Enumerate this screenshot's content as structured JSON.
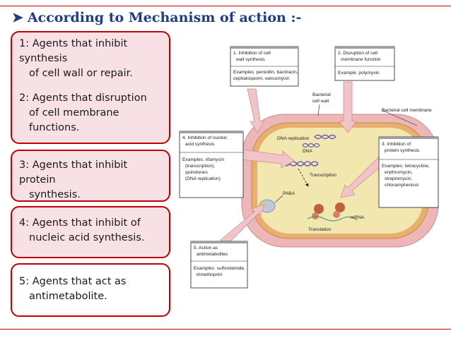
{
  "header": {
    "title": "According to Mechanism of action :-"
  },
  "categories": [
    {
      "lines_a": [
        "1: Agents that inhibit synthesis",
        "of cell wall or repair."
      ],
      "lines_b": [
        "2: Agents that disruption",
        "of cell membrane functions."
      ]
    },
    {
      "lines": [
        "3: Agents that inhibit protein",
        "synthesis."
      ]
    },
    {
      "lines": [
        "4: Agents that inhibit of",
        "nucleic acid synthesis."
      ]
    },
    {
      "lines": [
        "5: Agents that act as",
        "antimetabolite."
      ]
    }
  ],
  "diagram": {
    "box1": {
      "title": [
        "1. Inhibition of cell",
        "wall synthesis"
      ],
      "examples": [
        "Examples: penicillin, bacitracin,",
        "cephalosporin, vancomycin"
      ]
    },
    "box2": {
      "title": [
        "2. Disruption of cell",
        "membrane function"
      ],
      "examples": [
        "Example: polymyxin"
      ]
    },
    "box3": {
      "title": [
        "3. Inhibition of",
        "protein synthesis"
      ],
      "examples": [
        "Examples: tetracycline,",
        "erythromycin,",
        "streptomycin,",
        "chloramphenicol"
      ]
    },
    "box4": {
      "title": [
        "4. Inhibition of nucleic",
        "acid synthesis"
      ],
      "examples": [
        "Examples: rifamycin",
        "(transcription),",
        "quinolones",
        "(DNA replication)"
      ]
    },
    "box5": {
      "title": [
        "5. Action as",
        "antimetabolites"
      ],
      "examples": [
        "Examples: sulfonilamide,",
        "trimethoprim"
      ]
    },
    "labels": {
      "bacterial_cell_wall": [
        "Bacterial",
        "cell wall"
      ],
      "bacterial_cell_membrane": "Bacterial cell membrane",
      "dna_replication": "DNA replication",
      "dna": "DNA",
      "transcription": "Transcription",
      "paba": "PABA",
      "mrna": "mRNA",
      "translation": "Translation"
    }
  },
  "colors": {
    "accent_red": "#c00000",
    "title_blue": "#1f3c88",
    "box_pink": "#f7e1e4",
    "wall_pink": "#eeb7b7",
    "cell_yellow": "#f3e7b0"
  }
}
